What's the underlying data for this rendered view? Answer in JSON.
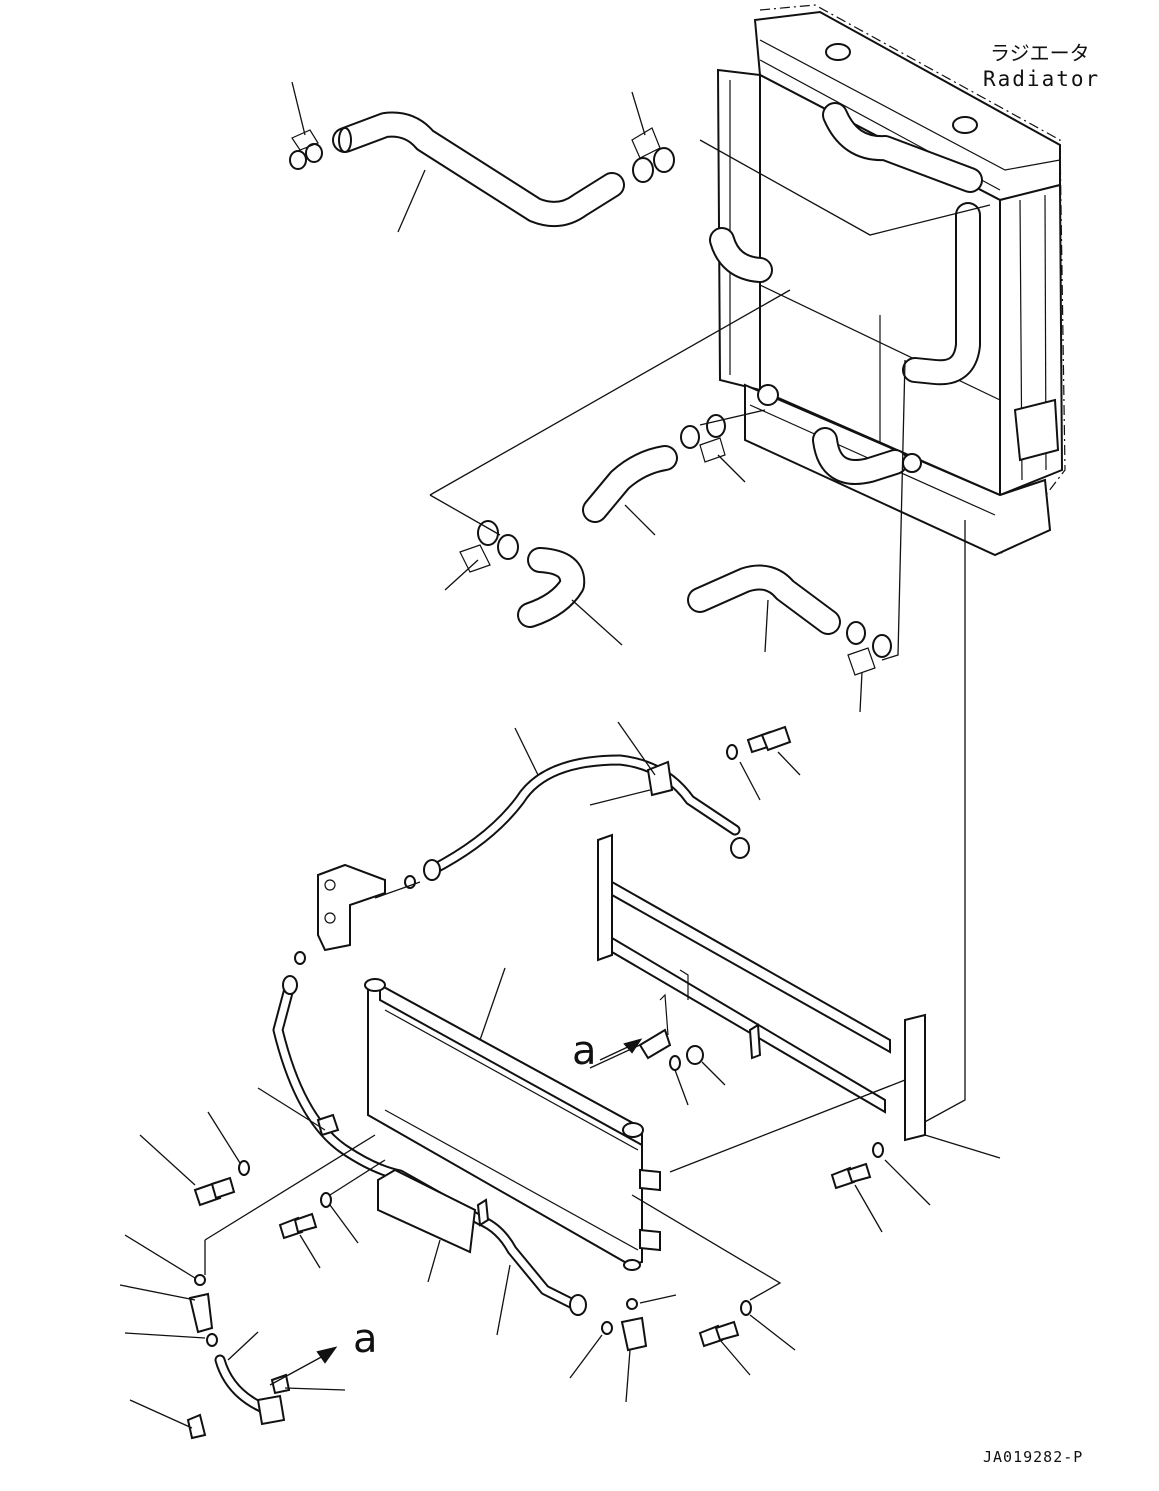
{
  "labels": {
    "radiator_jp": "ラジエータ",
    "radiator_en": "Radiator",
    "view_a_upper": "a",
    "view_a_lower": "a",
    "drawing_code": "JA019282-P"
  },
  "icons": {
    "radiator": "radiator-assembly-icon",
    "hose": "rubber-hose-icon",
    "clamp": "hose-clamp-icon",
    "cooler": "oil-cooler-icon",
    "bolt": "bolt-icon",
    "washer": "washer-icon",
    "oring": "o-ring-icon"
  }
}
